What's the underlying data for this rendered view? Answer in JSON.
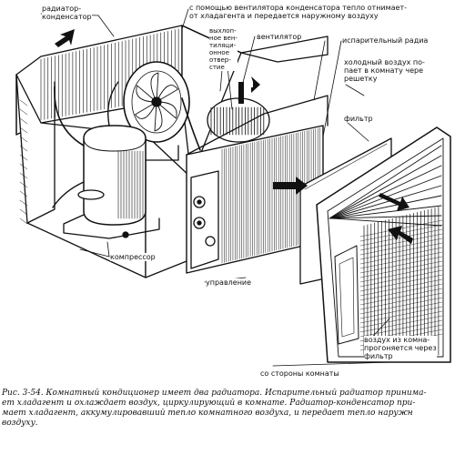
{
  "labels": {
    "condenser": "радиатор-\nконденсатор",
    "fan_transfer": "с помощью вентилятора конденсатора тепло отнимает-\nот хладагента и передается наружному воздуху",
    "exhaust": "выхлоп-\nное вен-\nтиляци-\nонное\nотвер-\nстие",
    "fan": "вентилятор",
    "evaporator": "испарительный радиа",
    "cold_air": "холодный воздух по-\nпает в комнату чере\nрешетку",
    "filter": "фильтр",
    "compressor": "компрессор",
    "control": "управление",
    "room_air": "воздух из комна-\nпрогоняется через\nфильтр",
    "room_side": "со стороны комнаты"
  },
  "caption": {
    "text": "Рис. 3-54. Комнатный кондиционер имеет два радиатора. Испарительный радиатор принима-\nет хладагент и охлаждает воздух, циркулирующий в комнате. Радиатор-конденсатор при-\nмает хладагент, аккумулировавший тепло комнатного воздуха, и передает тепло наружн\nвоздуху."
  },
  "colors": {
    "ink": "#111111",
    "paper": "#ffffff"
  }
}
